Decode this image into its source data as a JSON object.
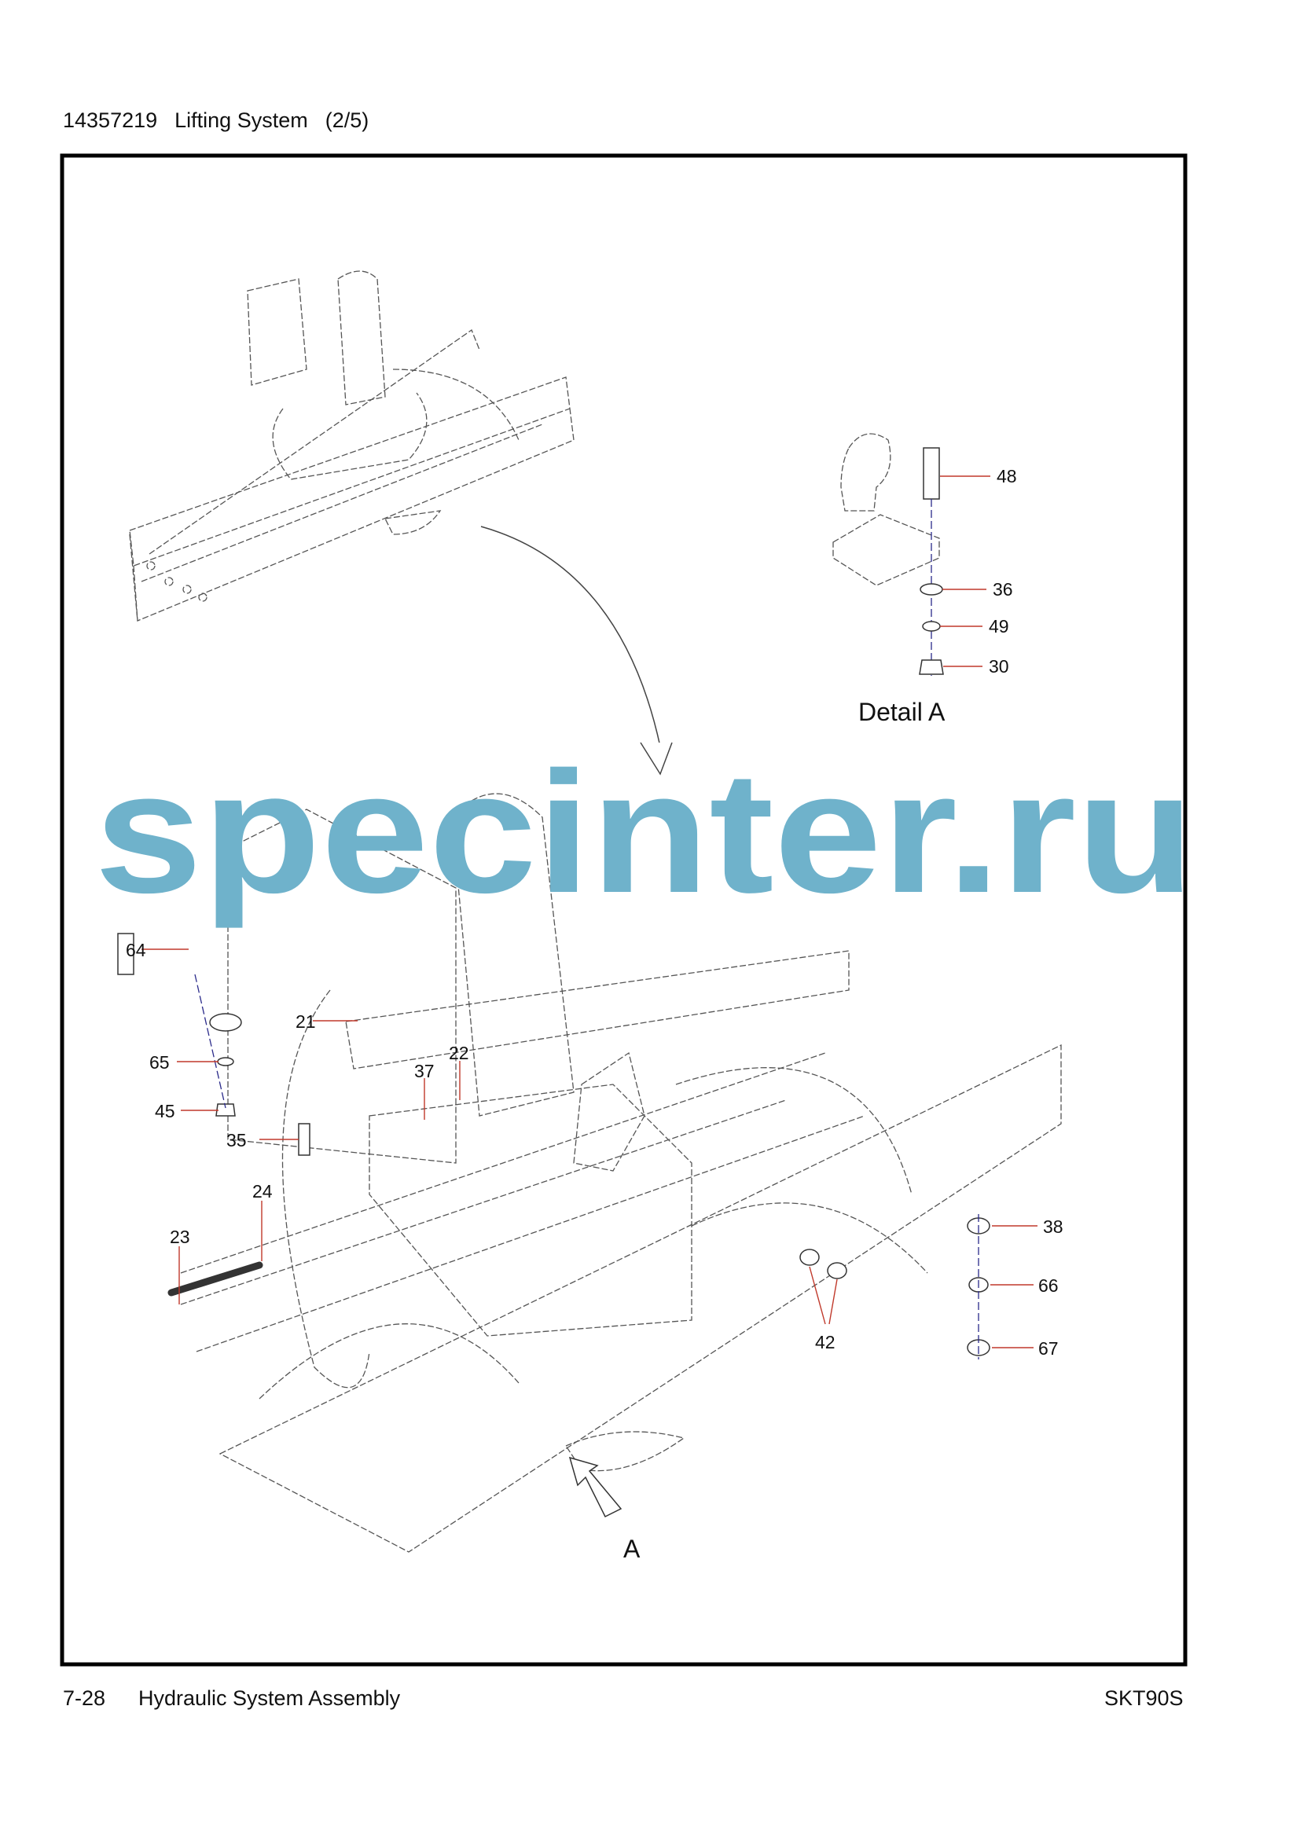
{
  "header": {
    "part_number": "14357219",
    "title": "Lifting System",
    "page_part": "(2/5)"
  },
  "footer": {
    "page": "7-28",
    "section": "Hydraulic System Assembly",
    "model": "SKT90S"
  },
  "detail": {
    "title": "Detail A",
    "callouts": [
      "48",
      "36",
      "49",
      "30"
    ]
  },
  "main_callouts": [
    "64",
    "21",
    "65",
    "45",
    "35",
    "37",
    "22",
    "24",
    "23",
    "38",
    "66",
    "67",
    "42"
  ],
  "view_marker": "A",
  "watermark": "specinter.ru",
  "colors": {
    "leader": "#c0392b",
    "axis": "#2a2a8a",
    "watermark": "#6fb2cb"
  }
}
